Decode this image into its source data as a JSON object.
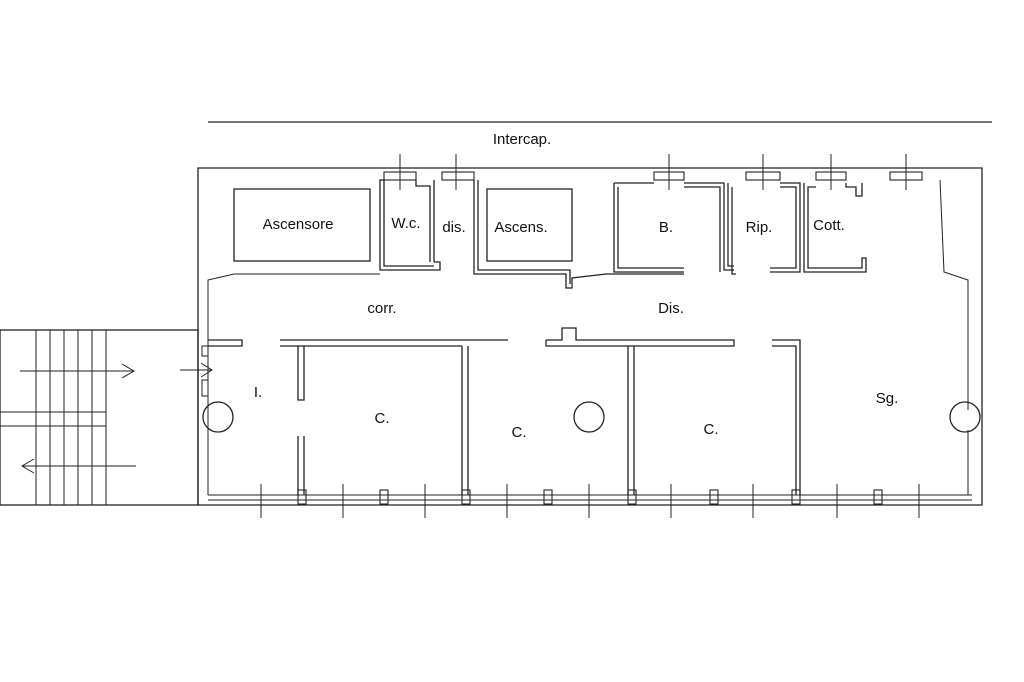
{
  "plan": {
    "labels": {
      "intercap": "Intercap.",
      "ascensore": "Ascensore",
      "wc": "W.c.",
      "dis_small": "dis.",
      "ascens": "Ascens.",
      "bagno": "B.",
      "rip": "Rip.",
      "cott": "Cott.",
      "corr": "corr.",
      "dis": "Dis.",
      "ingresso": "I.",
      "camera_1": "C.",
      "camera_2": "C.",
      "camera_3": "C.",
      "soggiorno": "Sg."
    }
  }
}
